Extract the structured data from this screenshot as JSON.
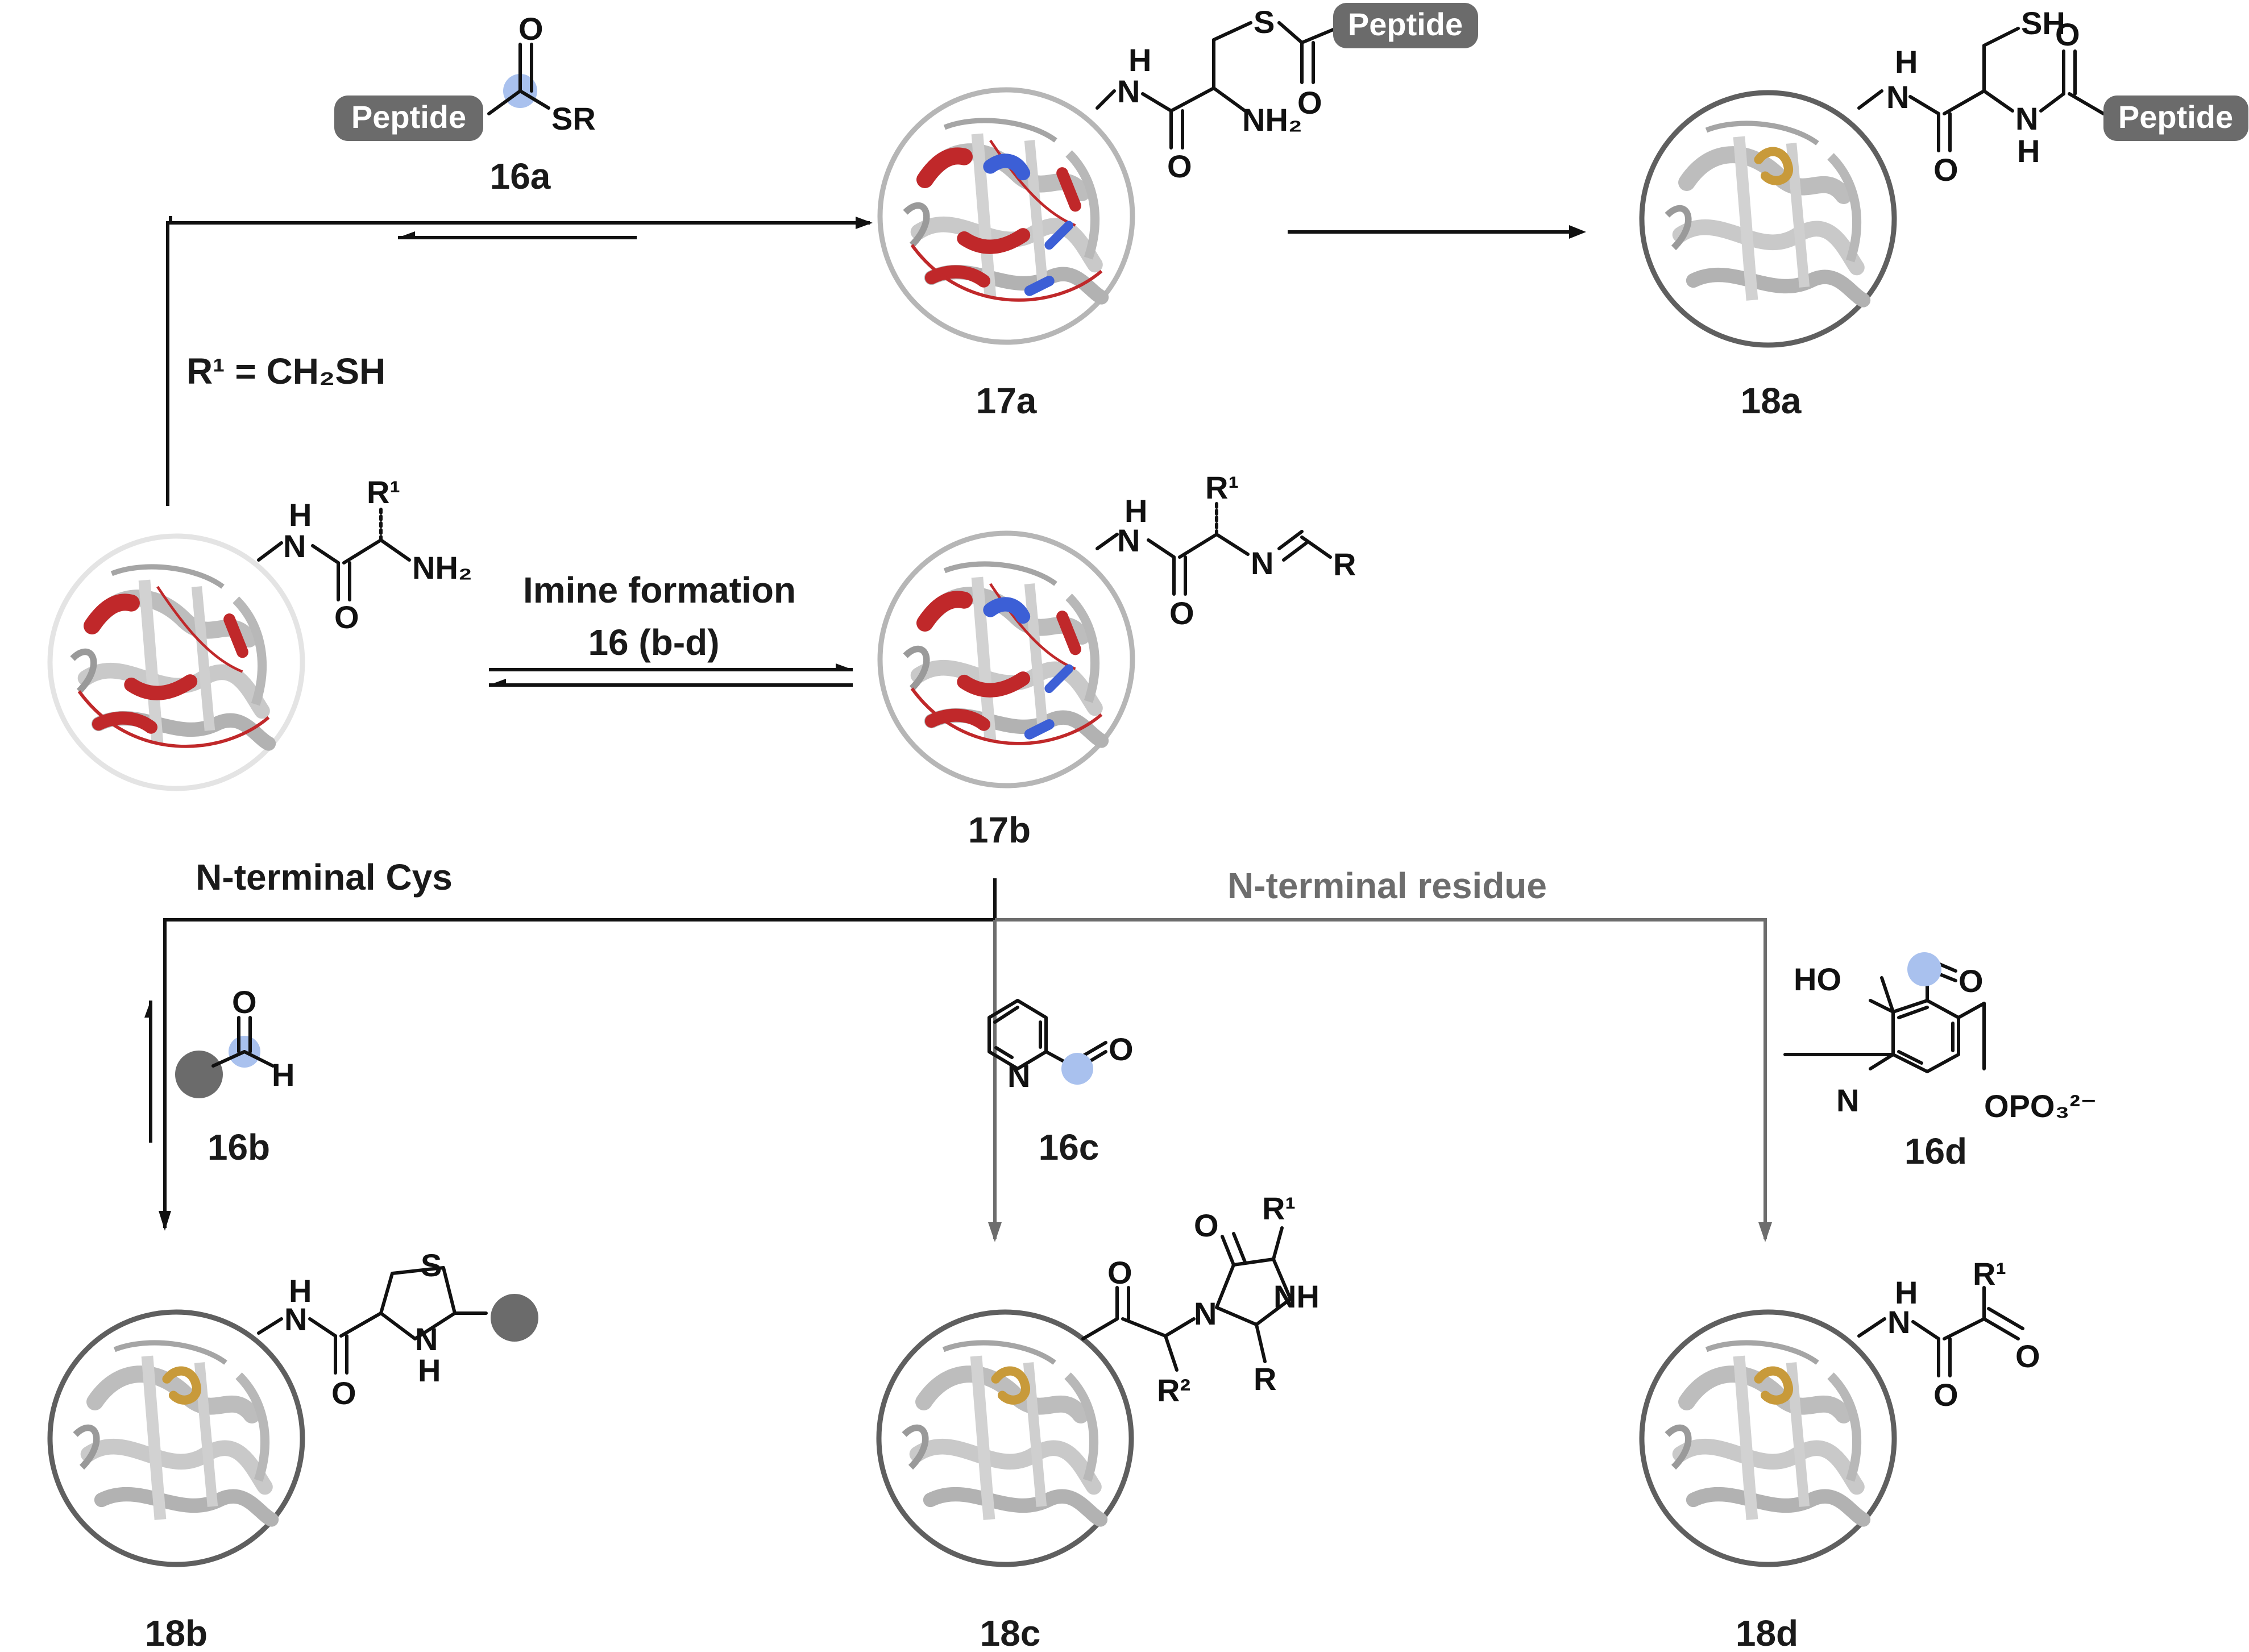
{
  "compounds": {
    "c16a": "16a",
    "c16b": "16b",
    "c16c": "16c",
    "c16d": "16d",
    "c17a": "17a",
    "c17b": "17b",
    "c18a": "18a",
    "c18b": "18b",
    "c18c": "18c",
    "c18d": "18d"
  },
  "conditions": {
    "r1_cys": "R¹ = CH₂SH",
    "imine_formation": "Imine formation",
    "imine_reagents": "16 (b-d)",
    "n_terminal_cys": "N-terminal Cys",
    "n_terminal_residue": "N-terminal residue"
  },
  "tags": {
    "peptide": "Peptide"
  },
  "atoms": {
    "N": "N",
    "H": "H",
    "O": "O",
    "S": "S",
    "SR": "SR",
    "SH": "SH",
    "NH": "NH",
    "R": "R",
    "NH2": "NH₂",
    "R1": "R¹",
    "R2": "R²",
    "HO": "HO",
    "OPO3": "OPO₃²⁻"
  },
  "colors": {
    "bond": "#111111",
    "grey_path": "#6d6d6d",
    "peptide_tag": "#6b6b6b",
    "highlight": "#a9c1ee",
    "substituent_dot": "#6b6b6b",
    "protein_red": "#c0282a",
    "protein_blue": "#3c5fd6",
    "protein_gold": "#c89a3a"
  }
}
